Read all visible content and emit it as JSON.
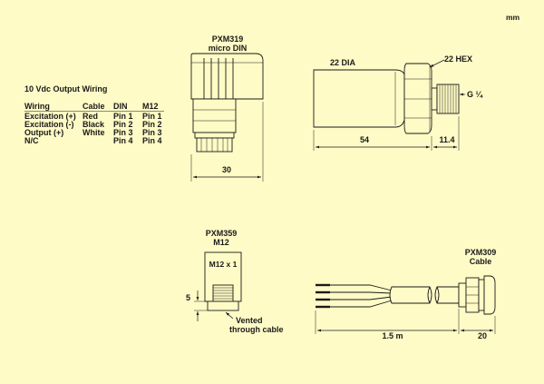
{
  "units": "mm",
  "wiring": {
    "title": "10 Vdc Output Wiring",
    "headers": [
      "Wiring",
      "Cable",
      "DIN",
      "M12"
    ],
    "rows": [
      [
        "Excitation (+)",
        "Red",
        "Pin 1",
        "Pin 1"
      ],
      [
        "Excitation (-)",
        "Black",
        "Pin 2",
        "Pin 2"
      ],
      [
        "Output (+)",
        "White",
        "Pin 3",
        "Pin 3"
      ],
      [
        "N/C",
        "",
        "Pin 4",
        "Pin 4"
      ]
    ]
  },
  "din": {
    "model": "PXM319",
    "name": "micro DIN",
    "width": "30"
  },
  "sensor": {
    "dia": "22 DIA",
    "hex": "22 HEX",
    "thread": "G ¼",
    "length": "54",
    "thread_length": "11.4"
  },
  "m12": {
    "model": "PXM359",
    "name": "M12",
    "thread": "M12 x 1",
    "height": "5",
    "vent_line1": "Vented",
    "vent_line2": "through cable"
  },
  "cable": {
    "model": "PXM309",
    "name": "Cable",
    "length": "1.5 m",
    "fitting": "20"
  }
}
